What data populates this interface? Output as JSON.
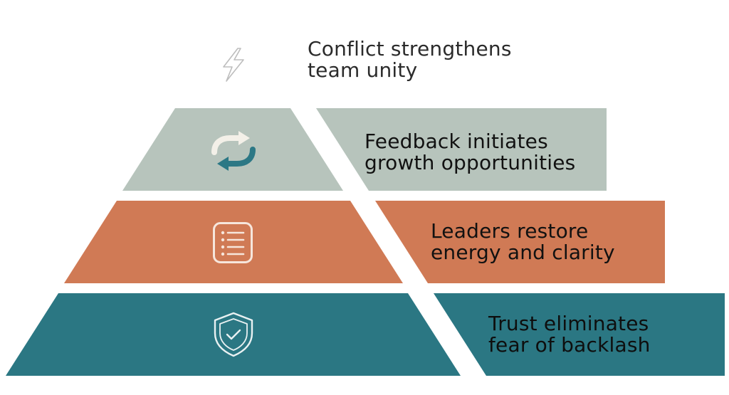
{
  "pyramid": {
    "levels": [
      {
        "id": "conflict",
        "line1": "Conflict strengthens",
        "line2": "team unity",
        "icon": "lightning-icon",
        "color": "#ffffff",
        "icon_color": "#bdbdbd",
        "text_color": "#2b2b2b"
      },
      {
        "id": "feedback",
        "line1": "Feedback initiates",
        "line2": "growth opportunities",
        "icon": "cycle-arrows-icon",
        "color": "#b7c4bc",
        "icon_color": "#2c7885",
        "icon_color_secondary": "#f3f0e8",
        "text_color": "#111111"
      },
      {
        "id": "leaders",
        "line1": "Leaders restore",
        "line2": "energy and clarity",
        "icon": "list-icon",
        "color": "#d07a55",
        "icon_color": "#f6e6dc",
        "text_color": "#111111"
      },
      {
        "id": "trust",
        "line1": "Trust eliminates",
        "line2": "fear of backlash",
        "icon": "shield-check-icon",
        "color": "#2b7783",
        "icon_color": "#e9f1f2",
        "text_color": "#0e0e0e"
      }
    ]
  }
}
